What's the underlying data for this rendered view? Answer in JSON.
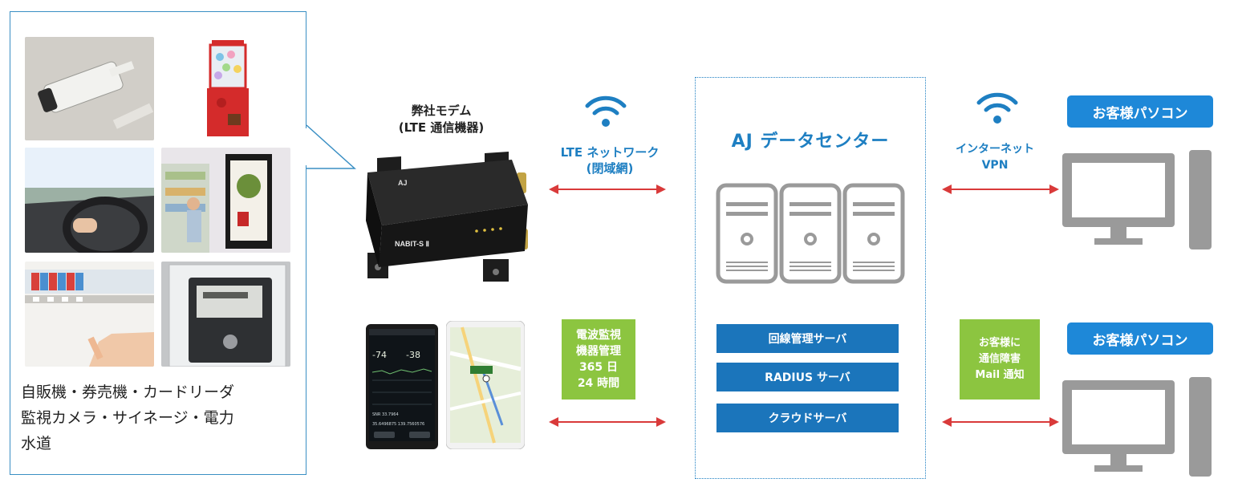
{
  "devices": {
    "caption_lines": [
      "自販機・券売機・カードリーダ",
      "監視カメラ・サイネージ・電力",
      "水道"
    ],
    "photos": [
      "security-camera",
      "gacha-machine",
      "car-driving",
      "digital-signage",
      "vending-machine",
      "electric-meter"
    ]
  },
  "modem": {
    "title_line1": "弊社モデム",
    "title_line2": "(LTE 通信機器)",
    "brand": "AJ",
    "model": "NABIT-S Ⅱ"
  },
  "lte_network": {
    "line1": "LTE ネットワーク",
    "line2": "(閉域網)"
  },
  "data_center": {
    "title": "AJ データセンター",
    "servers": [
      "回線管理サーバ",
      "RADIUS サーバ",
      "クラウドサーバ"
    ]
  },
  "monitoring": {
    "lines": [
      "電波監視",
      "機器管理",
      "365 日",
      "24 時間"
    ]
  },
  "internet": {
    "line1": "インターネット",
    "line2": "VPN"
  },
  "mail_notice": {
    "lines": [
      "お客様に",
      "通信障害",
      "Mail 通知"
    ]
  },
  "customer_pc": {
    "label": "お客様パソコン"
  },
  "phone": {
    "readout_1": "-74",
    "readout_2": "-38",
    "row_1": "SNR  33.7964",
    "row_2": "35.6496875  139.7560576"
  },
  "colors": {
    "blue": "#1e7fc2",
    "server_bar": "#1b75bb",
    "green": "#8cc540",
    "pc_gray": "#9a9a9a",
    "arrow_red": "#d93a3a",
    "pc_label": "#1e88d8"
  }
}
